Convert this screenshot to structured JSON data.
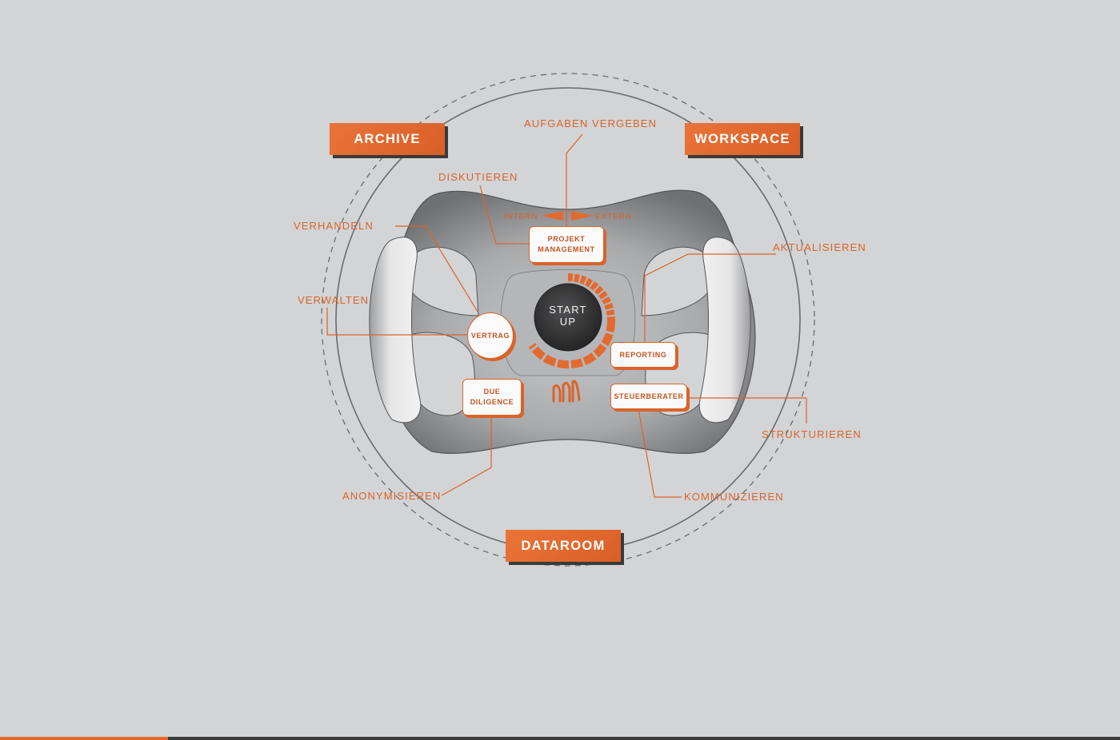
{
  "colors": {
    "accent": "#e36a2f",
    "background": "#d3d4d5",
    "wheel": "#9a9b9d"
  },
  "tags": {
    "archive": "ARCHIVE",
    "workspace": "WORKSPACE",
    "dataroom": "DATAROOM"
  },
  "labels": {
    "aufgaben": "AUFGABEN VERGEBEN",
    "diskutieren": "DISKUTIEREN",
    "verhandeln": "VERHANDELN",
    "verwalten": "VERWALTEN",
    "aktualisieren": "AKTUALISIEREN",
    "strukturieren": "STRUKTURIEREN",
    "kommunizieren": "KOMMUNIZIEREN",
    "anonymisieren": "ANONYMISIEREN",
    "intern": "INTERN",
    "extern": "EXTERN"
  },
  "buttons": {
    "projekt_line1": "PROJEKT",
    "projekt_line2": "MANAGEMENT",
    "vertrag": "VERTRAG",
    "reporting": "REPORTING",
    "steuerberater": "STEUERBERATER",
    "due_line1": "DUE",
    "due_line2": "DILIGENCE"
  },
  "start": {
    "line1": "START",
    "line2": "UP"
  },
  "logo_icon": "brand-logo-icon"
}
